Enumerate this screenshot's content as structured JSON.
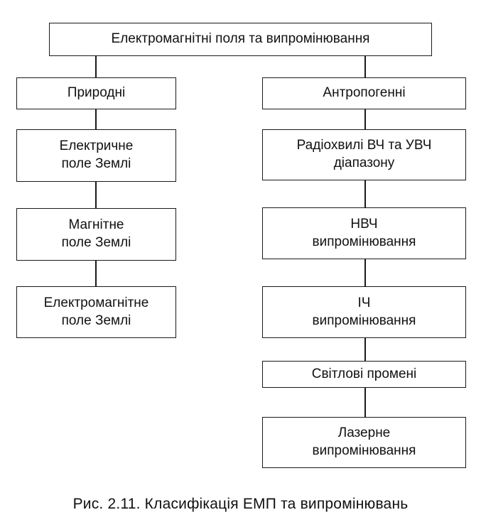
{
  "root": "Електромагнітні поля та випромінювання",
  "left": {
    "header": "Природні",
    "items": [
      [
        "Електричне",
        "поле Землі"
      ],
      [
        "Магнітне",
        "поле Землі"
      ],
      [
        "Електромагнітне",
        "поле Землі"
      ]
    ]
  },
  "right": {
    "header": "Антропогенні",
    "items": [
      [
        "Радіохвилі ВЧ та УВЧ",
        "діапазону"
      ],
      [
        "НВЧ",
        "випромінювання"
      ],
      [
        "ІЧ",
        "випромінювання"
      ],
      [
        "Світлові промені"
      ],
      [
        "Лазерне",
        "випромінювання"
      ]
    ]
  },
  "caption": "Рис. 2.11. Класифікація ЕМП та випромінювань"
}
